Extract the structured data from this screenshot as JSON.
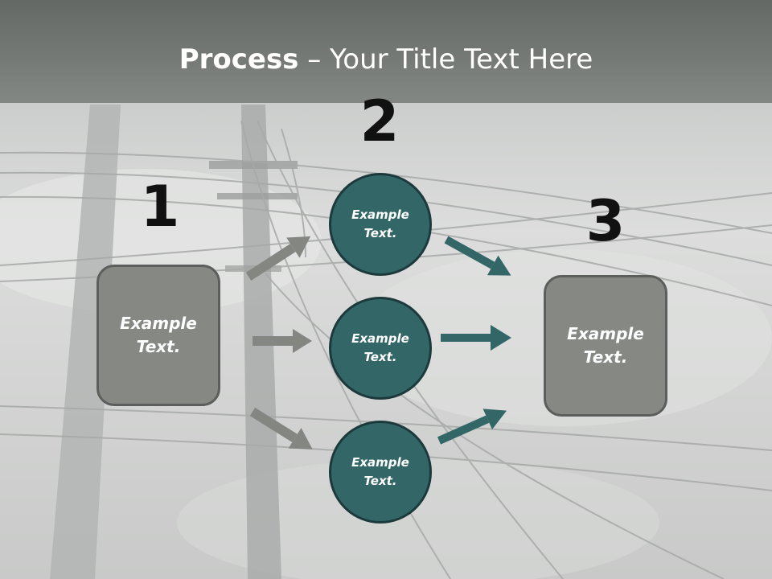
{
  "title": {
    "bold": "Process",
    "rest": " – Your Title Text Here"
  },
  "steps": {
    "one": "1",
    "two": "2",
    "three": "3"
  },
  "left_box": {
    "text": "Example Text."
  },
  "circles": [
    {
      "text": "Example Text."
    },
    {
      "text": "Example Text."
    },
    {
      "text": "Example Text."
    }
  ],
  "right_box": {
    "text": "Example Text."
  },
  "colors": {
    "title_band": "#6a6e6a",
    "box_fill": "#868884",
    "circle_fill": "#336667",
    "gray_arrow": "#848682",
    "teal_arrow": "#336667"
  }
}
